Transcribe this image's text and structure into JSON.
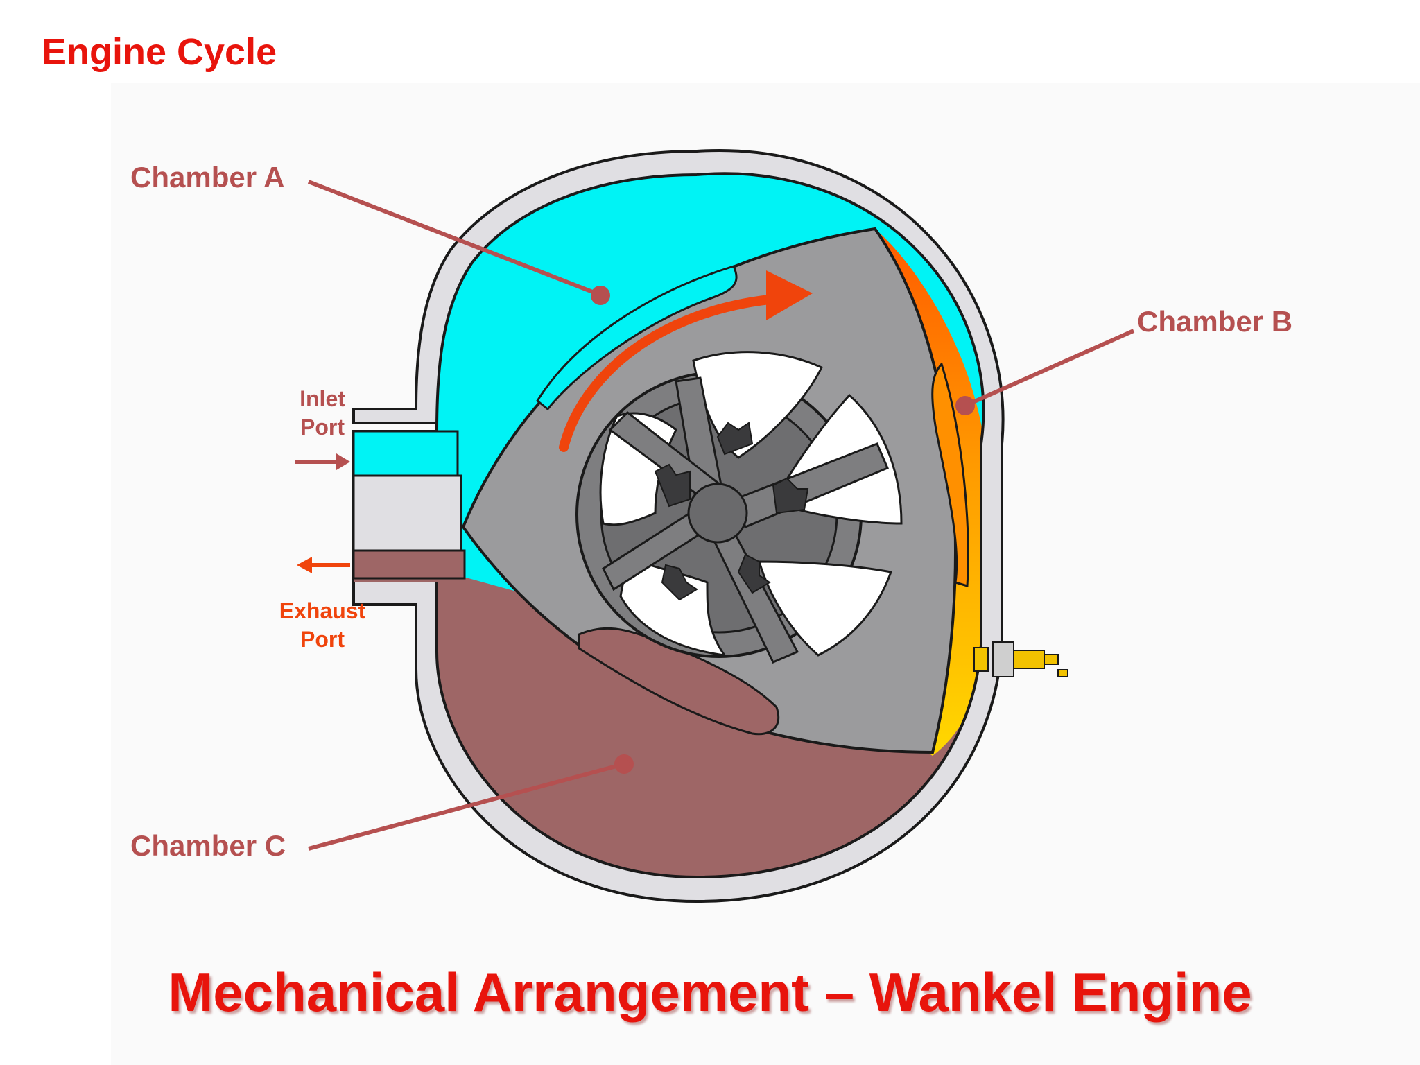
{
  "header": {
    "title": "Engine Cycle"
  },
  "labels": {
    "chamber_a": "Chamber A",
    "chamber_b": "Chamber B",
    "chamber_c": "Chamber C",
    "inlet_port": [
      "Inlet",
      "Port"
    ],
    "exhaust_port": [
      "Exhaust",
      "Port"
    ]
  },
  "footer": {
    "title": "Mechanical Arrangement – Wankel Engine"
  },
  "colors": {
    "title_red": "#e8140c",
    "leader": "#b55050",
    "exhaust_orange": "#f0440c",
    "chamber_a": "#00f3f5",
    "chamber_b_top": "#ff6000",
    "chamber_b_bottom": "#ffd000",
    "chamber_c": "#9e6666",
    "rotor": "#9b9b9d",
    "housing": "#e0dfe3"
  }
}
